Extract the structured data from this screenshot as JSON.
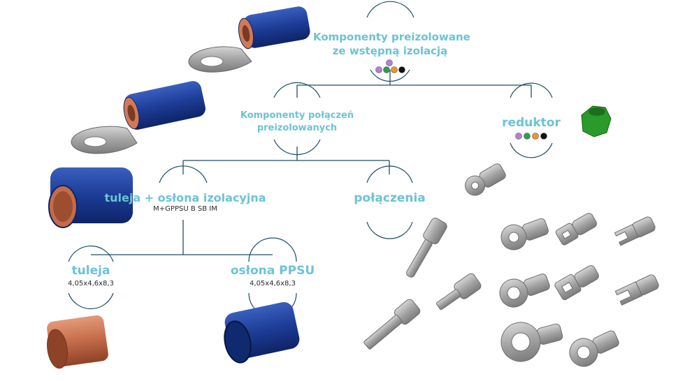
{
  "colors": {
    "accent": "#6cc3d5",
    "tree_line": "#1f4e63",
    "insulation_blue": "#1a3a8f",
    "copper": "#c46b4a",
    "metal": "#9e9e9e",
    "green": "#2a9a2a",
    "dot_violet": "#b57edc",
    "dot_green": "#2e9e4f",
    "dot_orange": "#f0932b",
    "dot_black": "#111111"
  },
  "nodes": {
    "root": {
      "line1": "Komponenty  preizolowane",
      "line2": "ze wstępną izolacją"
    },
    "components": {
      "line1": "Komponenty połączeń",
      "line2": "preizolowanych"
    },
    "reducer": {
      "label": "reduktor"
    },
    "sleeve_cover": {
      "label": "tuleja + osłona izolacyjna",
      "code": "M+GPPSU B SB IM"
    },
    "connections": {
      "label": "połączenia"
    },
    "sleeve": {
      "label": "tuleja",
      "dims": "4,05x4,6x8,3"
    },
    "ppsu_cover": {
      "label": "osłona PPSU",
      "dims": "4,05x4,6x8,3"
    }
  }
}
